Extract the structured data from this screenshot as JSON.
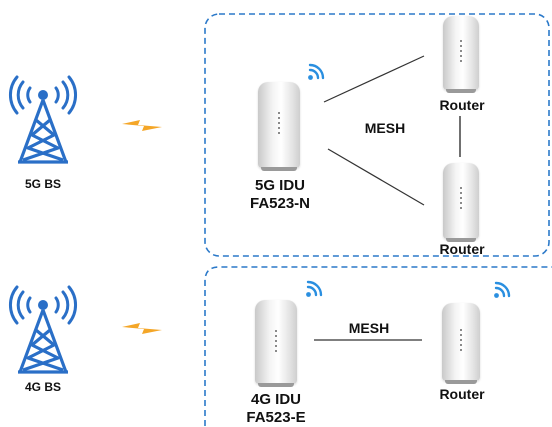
{
  "top": {
    "bs_label": "5G BS",
    "idu_model": "5G IDU",
    "idu_code": "FA523-N",
    "mesh_label": "MESH",
    "router1_label": "Router",
    "router2_label": "Router"
  },
  "bottom": {
    "bs_label": "4G BS",
    "idu_model": "4G IDU",
    "idu_code": "FA523-E",
    "mesh_label": "MESH",
    "router_label": "Router"
  },
  "colors": {
    "tower_blue": "#2a6fc7",
    "wifi_blue": "#2a8fe0",
    "bolt_orange": "#f4a627",
    "dashed_border": "#2b79c9",
    "line": "#333333"
  }
}
